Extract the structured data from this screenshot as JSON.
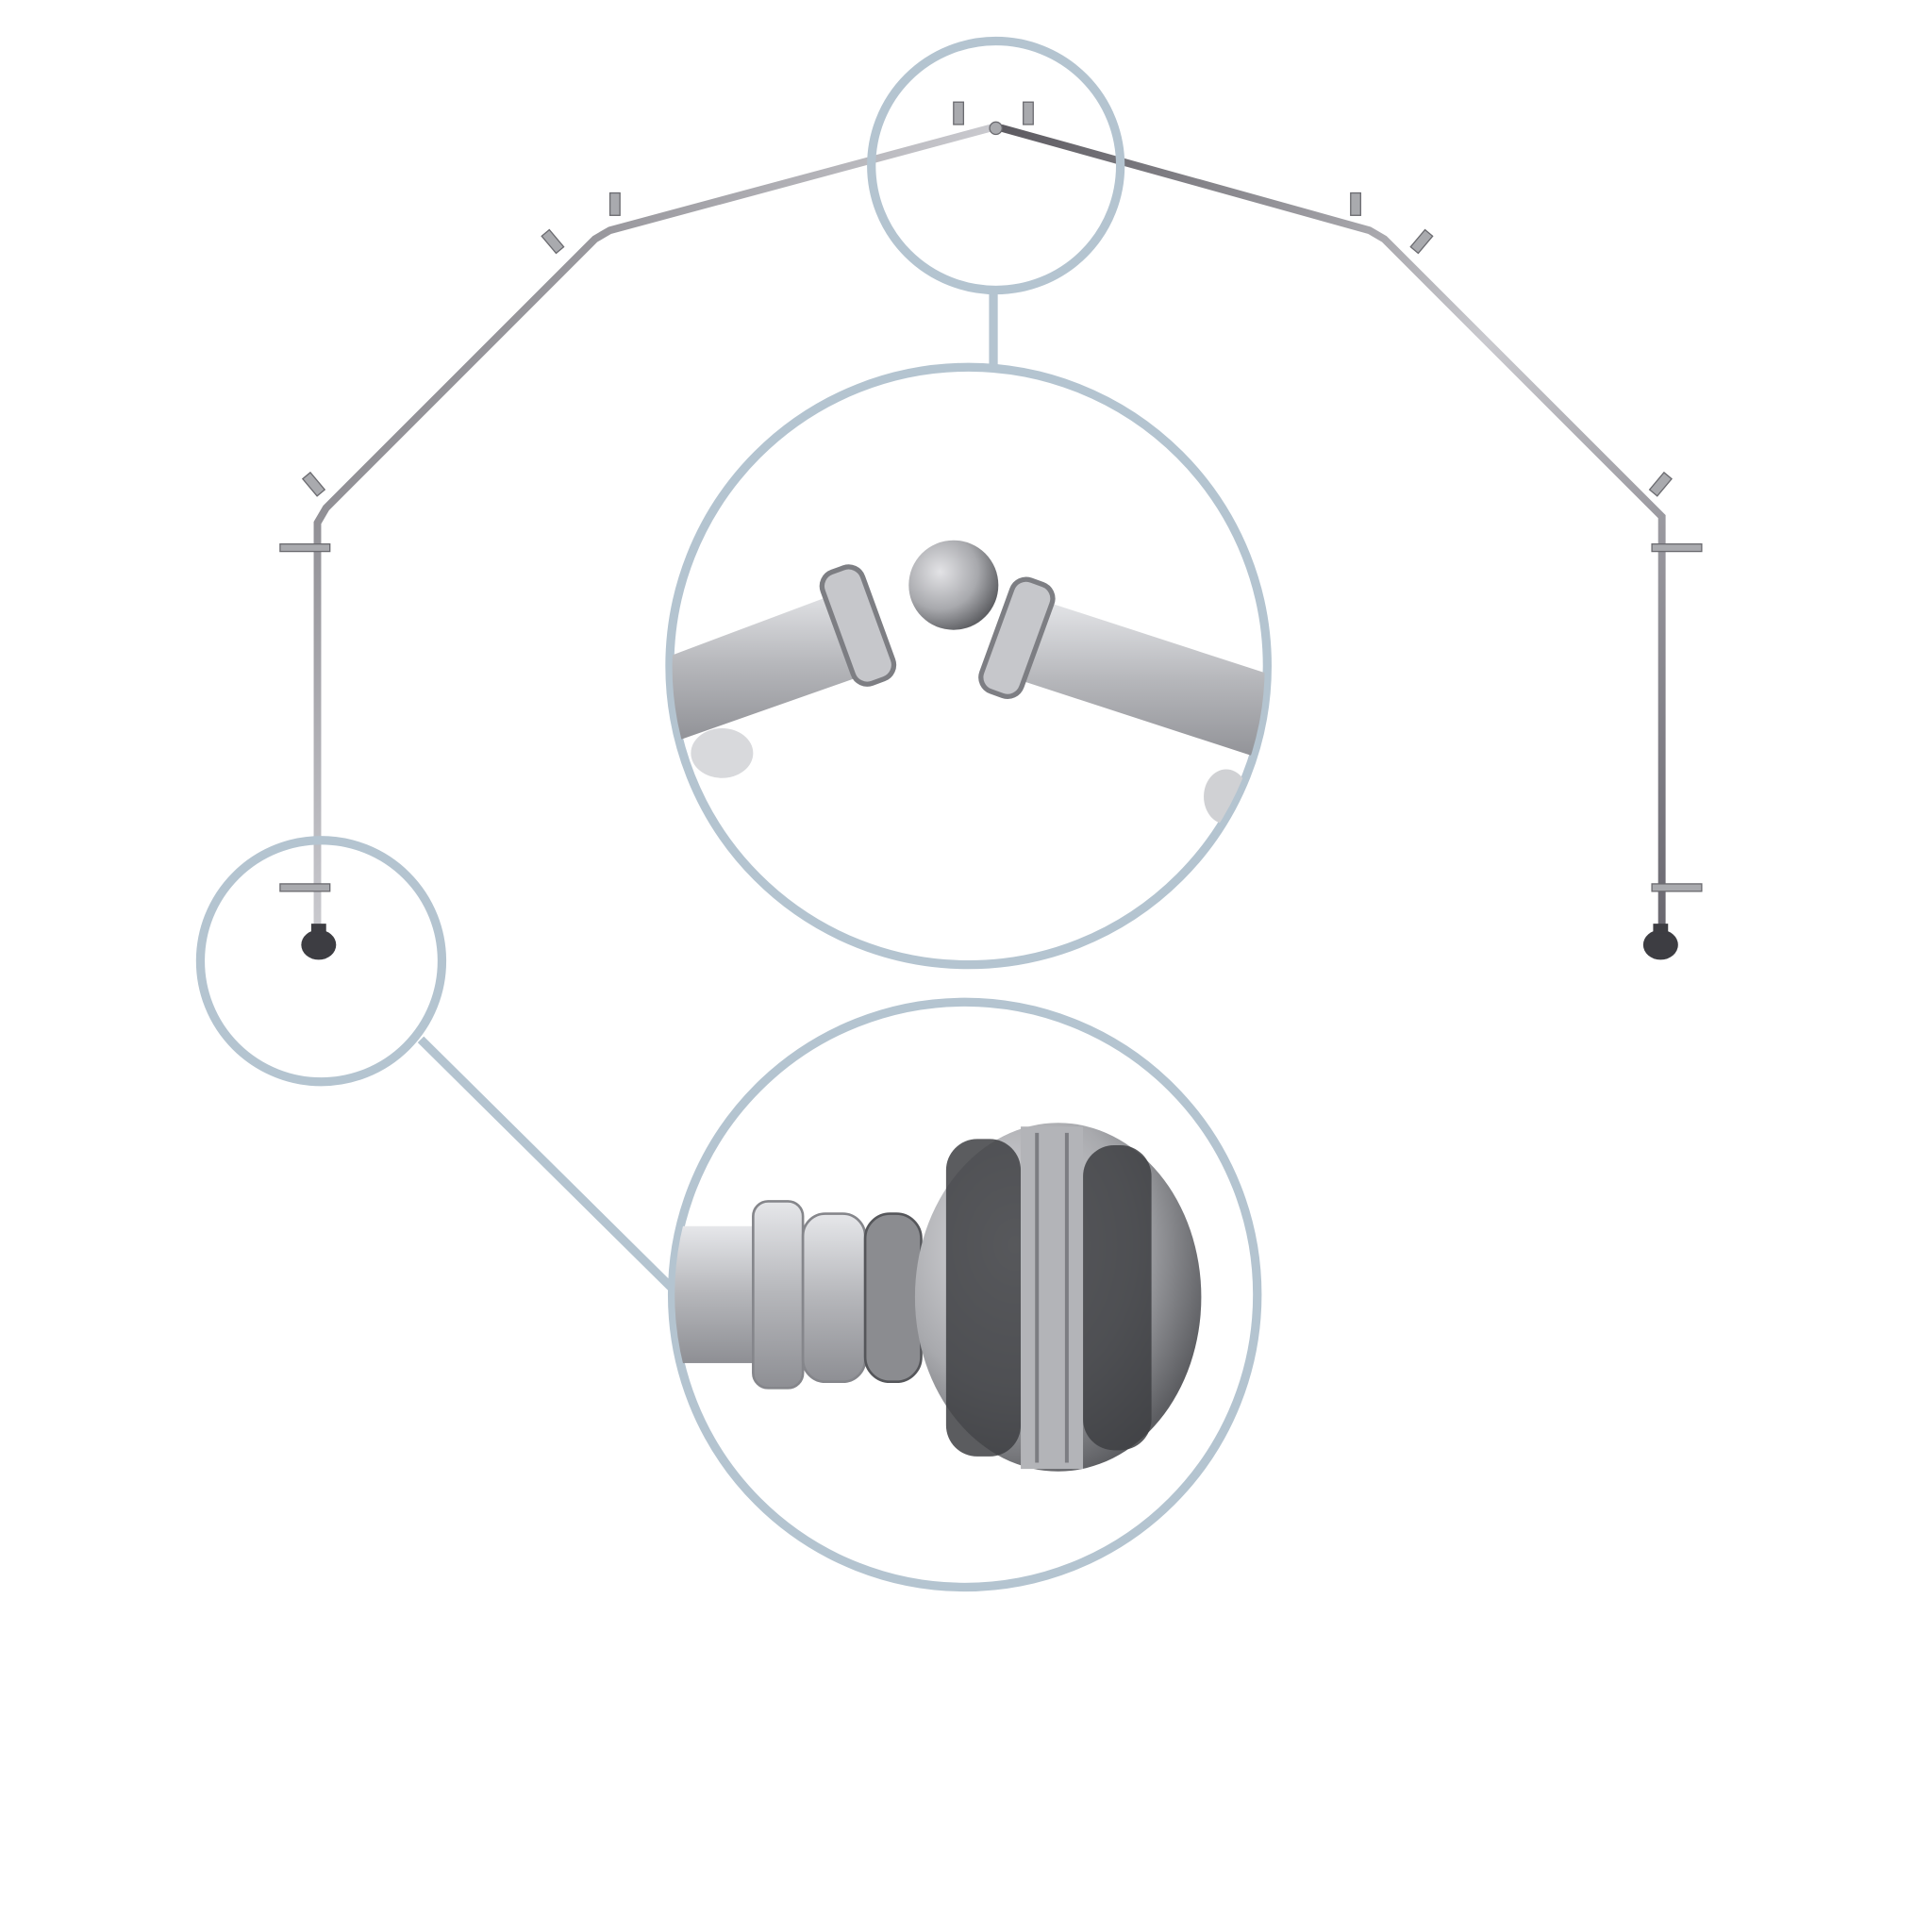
{
  "colors": {
    "background": "#ffffff",
    "callout_ring": "#b4c4d0",
    "rod_metal": "#8a8a90",
    "rod_highlight": "#d8d8dc",
    "finial_dark": "#3a3a3e",
    "finial_silver": "#b8b9bd"
  },
  "icons": [
    "bay-window-curtain-rod",
    "elbow-joint-detail",
    "finial-detail"
  ]
}
